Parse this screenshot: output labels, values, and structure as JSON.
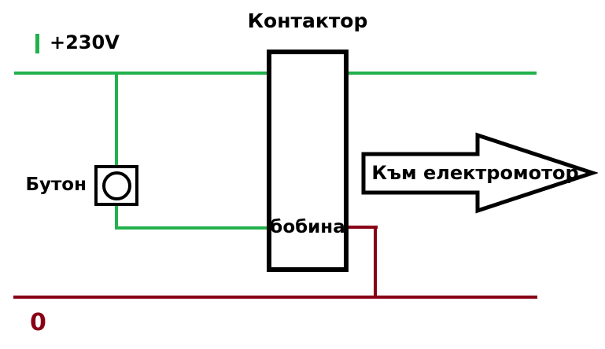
{
  "diagram": {
    "title": "Контактор",
    "supply_label": "+230V",
    "neutral_label": "0",
    "button_label": "Бутон",
    "coil_label": "бобина",
    "arrow_label": "Към електромотор",
    "colors": {
      "live_wire": "#22B14C",
      "neutral_wire": "#880015",
      "outline": "#000000"
    }
  }
}
